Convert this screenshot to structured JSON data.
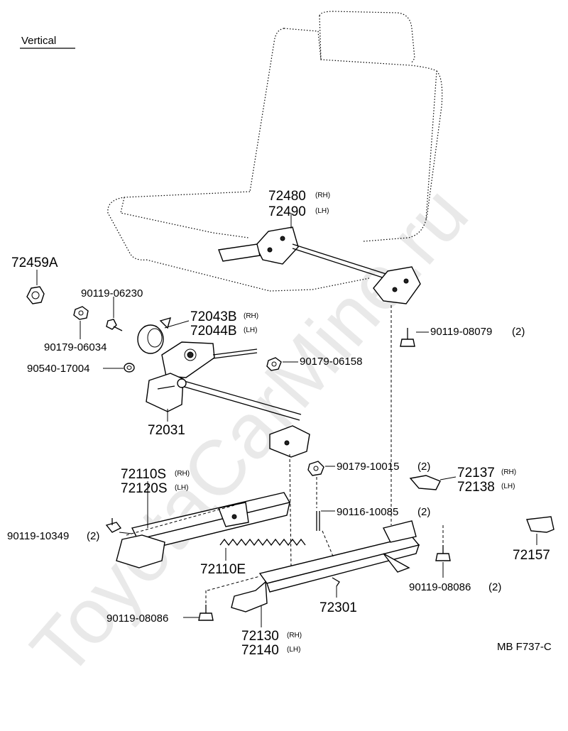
{
  "view_title": "Vertical",
  "watermark": "ToyotaCarMine.ru",
  "diagram_code": "MB  F737-C",
  "parts": {
    "p72480": {
      "number": "72480",
      "side": "(RH)"
    },
    "p72490": {
      "number": "72490",
      "side": "(LH)"
    },
    "p72459A": {
      "number": "72459A"
    },
    "p90119_06230": {
      "number": "90119-06230"
    },
    "p72043B": {
      "number": "72043B",
      "side": "(RH)"
    },
    "p72044B": {
      "number": "72044B",
      "side": "(LH)"
    },
    "p90179_06034": {
      "number": "90179-06034"
    },
    "p90540_17004": {
      "number": "90540-17004"
    },
    "p90179_06158": {
      "number": "90179-06158"
    },
    "p90119_08079": {
      "number": "90119-08079",
      "qty": "(2)"
    },
    "p72031": {
      "number": "72031"
    },
    "p90179_10015": {
      "number": "90179-10015",
      "qty": "(2)"
    },
    "p72137": {
      "number": "72137",
      "side": "(RH)"
    },
    "p72138": {
      "number": "72138",
      "side": "(LH)"
    },
    "p72110S": {
      "number": "72110S",
      "side": "(RH)"
    },
    "p72120S": {
      "number": "72120S",
      "side": "(LH)"
    },
    "p90116_10085": {
      "number": "90116-10085",
      "qty": "(2)"
    },
    "p90119_10349": {
      "number": "90119-10349",
      "qty": "(2)"
    },
    "p72157": {
      "number": "72157"
    },
    "p72110E": {
      "number": "72110E"
    },
    "p90119_08086a": {
      "number": "90119-08086",
      "qty": "(2)"
    },
    "p72301": {
      "number": "72301"
    },
    "p90119_08086b": {
      "number": "90119-08086"
    },
    "p72130": {
      "number": "72130",
      "side": "(RH)"
    },
    "p72140": {
      "number": "72140",
      "side": "(LH)"
    }
  }
}
